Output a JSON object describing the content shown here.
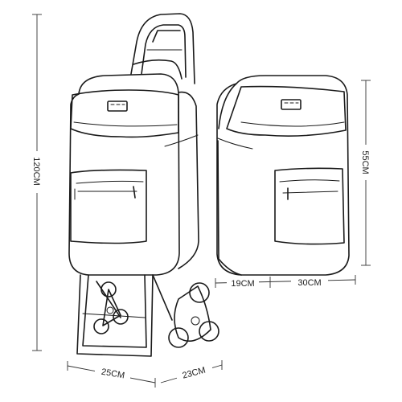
{
  "dimensions": {
    "total_height": "120CM",
    "bag_height": "55CM",
    "bag_depth": "19CM",
    "bag_width": "30CM",
    "base_width": "25CM",
    "base_depth": "23CM"
  },
  "colors": {
    "line": "#1a1a1a",
    "background": "#ffffff"
  }
}
